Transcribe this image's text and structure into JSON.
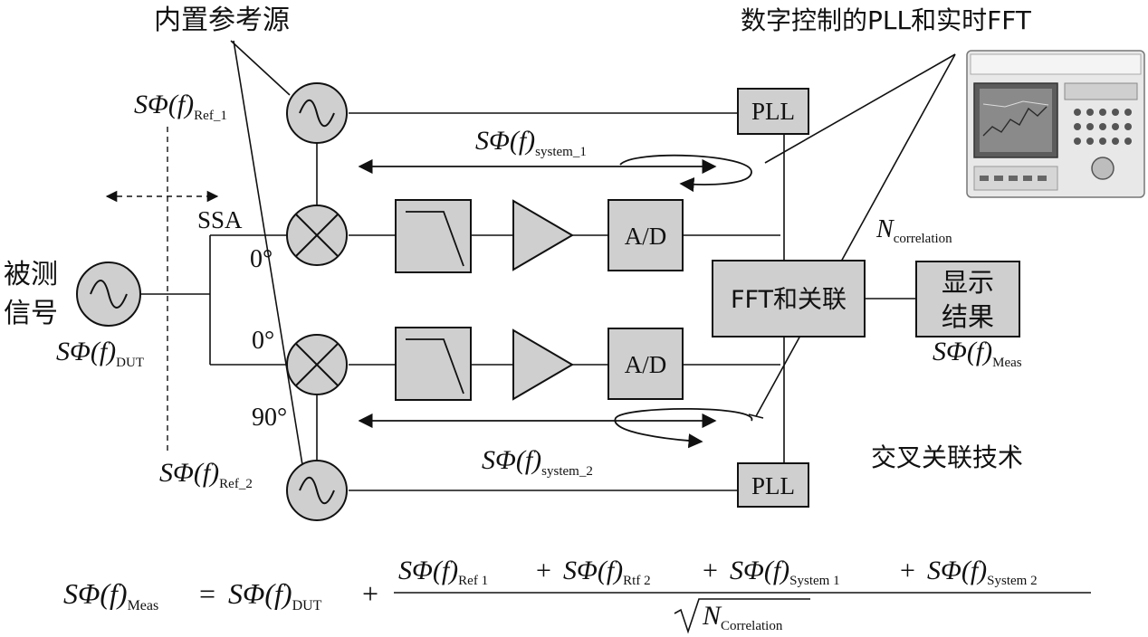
{
  "labels": {
    "internal_ref": "内置参考源",
    "digital_pll": "数字控制的PLL和实时FFT",
    "dut_line1": "被测",
    "dut_line2": "信号",
    "ssa": "SSA",
    "angle_top": "0°",
    "angle_mid": "0°",
    "angle_bot": "90°",
    "cross_corr": "交叉关联技术",
    "n_corr_main": "N",
    "n_corr_sub": "correlation"
  },
  "blocks": {
    "pll_top": "PLL",
    "pll_bottom": "PLL",
    "ad_top": "A/D",
    "ad_bottom": "A/D",
    "fft": "FFT和关联",
    "display_line1": "显示",
    "display_line2": "结果"
  },
  "noise_terms": {
    "main": "SΦ(f)",
    "ref1_sub": "Ref_1",
    "ref2_sub": "Ref_2",
    "dut_sub": "DUT",
    "sys1_sub": "system_1",
    "sys2_sub": "system_2",
    "meas_sub": "Meas"
  },
  "formula": {
    "lhs_sub": "Meas",
    "dut_sub": "DUT",
    "num_t1_sub": "Ref 1",
    "num_t2_sub": "Rtf 2",
    "num_t3_sub": "System 1",
    "num_t4_sub": "System 2",
    "den_main": "N",
    "den_sub": "Correlation",
    "equals": "=",
    "plus": "+"
  },
  "colors": {
    "block_fill": "#cfcfcf",
    "line": "#111111"
  }
}
